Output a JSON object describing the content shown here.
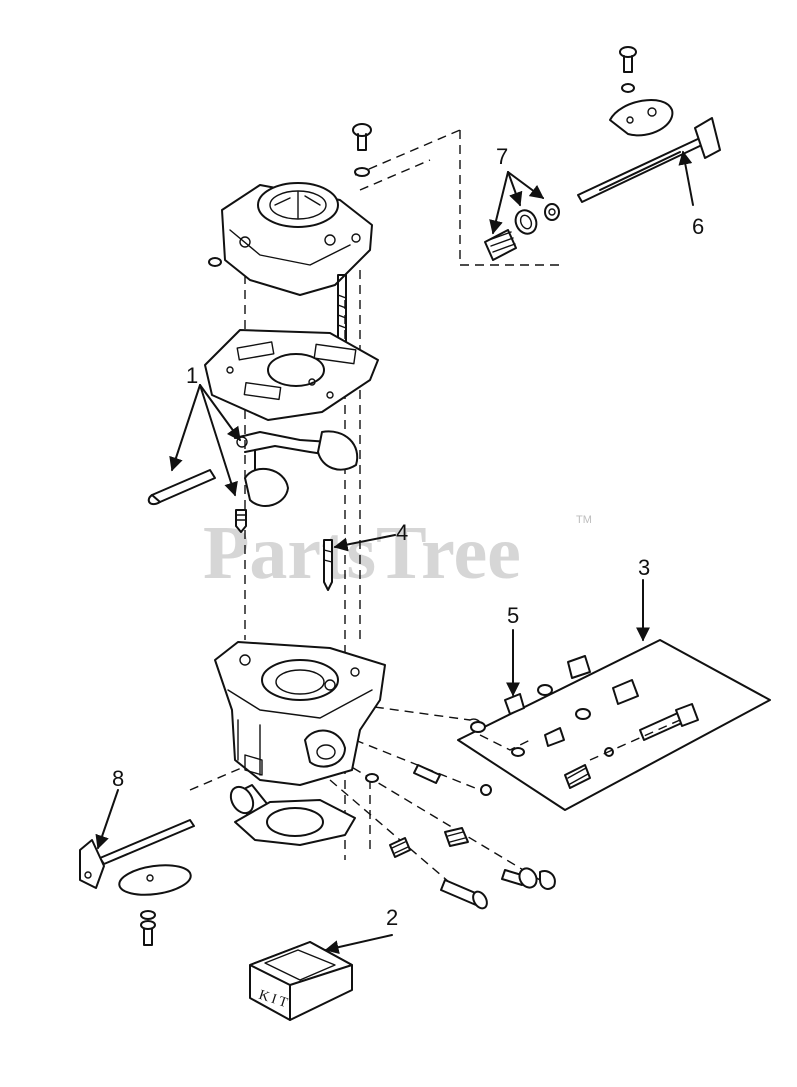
{
  "callouts": {
    "c1": "1",
    "c2": "2",
    "c3": "3",
    "c4": "4",
    "c5": "5",
    "c6": "6",
    "c7": "7",
    "c8": "8"
  },
  "watermark": {
    "text": "PartsTree",
    "trademark": "TM"
  },
  "kit_label": "KIT"
}
